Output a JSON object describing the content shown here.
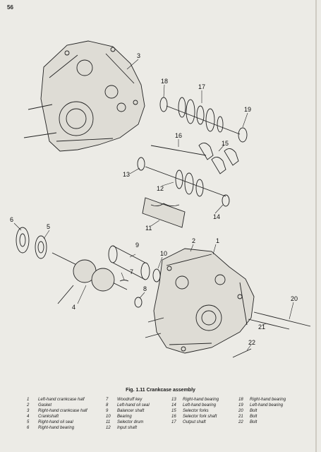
{
  "page_number": "56",
  "figure": {
    "caption": "Fig. 1.11 Crankcase assembly"
  },
  "callouts": [
    "1",
    "2",
    "3",
    "4",
    "5",
    "6",
    "7",
    "8",
    "9",
    "10",
    "11",
    "12",
    "13",
    "14",
    "15",
    "16",
    "17",
    "18",
    "19",
    "20",
    "21",
    "22"
  ],
  "legend": {
    "columns": [
      [
        {
          "num": "1",
          "text": "Left-hand crankcase half"
        },
        {
          "num": "2",
          "text": "Gasket"
        },
        {
          "num": "3",
          "text": "Right-hand crankcase half"
        },
        {
          "num": "4",
          "text": "Crankshaft"
        },
        {
          "num": "5",
          "text": "Right-hand oil seal"
        },
        {
          "num": "6",
          "text": "Right-hand bearing"
        }
      ],
      [
        {
          "num": "7",
          "text": "Woodruff key"
        },
        {
          "num": "8",
          "text": "Left-hand oil seal"
        },
        {
          "num": "9",
          "text": "Balancer shaft"
        },
        {
          "num": "10",
          "text": "Bearing"
        },
        {
          "num": "11",
          "text": "Selector drum"
        },
        {
          "num": "12",
          "text": "Input shaft"
        }
      ],
      [
        {
          "num": "13",
          "text": "Right-hand bearing"
        },
        {
          "num": "14",
          "text": "Left-hand bearing"
        },
        {
          "num": "15",
          "text": "Selector forks"
        },
        {
          "num": "16",
          "text": "Selector fork shaft"
        },
        {
          "num": "17",
          "text": "Output shaft"
        }
      ],
      [
        {
          "num": "18",
          "text": "Right-hand bearing"
        },
        {
          "num": "19",
          "text": "Left-hand bearing"
        },
        {
          "num": "20",
          "text": "Bolt"
        },
        {
          "num": "21",
          "text": "Bolt"
        },
        {
          "num": "22",
          "text": "Bolt"
        }
      ]
    ]
  }
}
